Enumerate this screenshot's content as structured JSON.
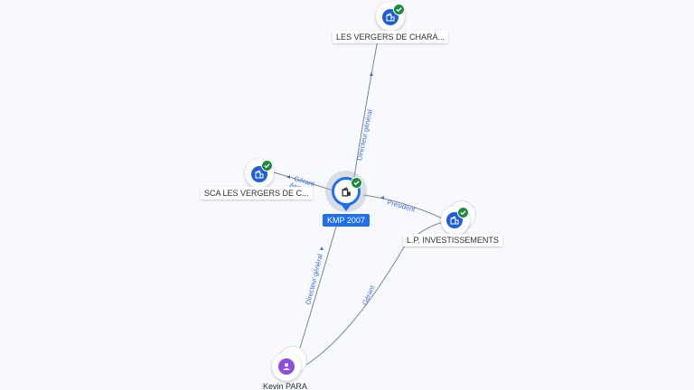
{
  "nodes": {
    "main": {
      "label": "KMP 2007",
      "icon": "building-icon",
      "verified": true
    },
    "top": {
      "label": "LES VERGERS DE CHARA...",
      "icon": "building-icon",
      "verified": true
    },
    "left": {
      "label": "SCA LES VERGERS DE C...",
      "icon": "building-icon",
      "verified": true
    },
    "right": {
      "label": "L.P. INVESTISSEMENTS",
      "icon": "building-icon",
      "verified": true
    },
    "person": {
      "label": "Kevin PARA",
      "icon": "person-icon"
    }
  },
  "edges": {
    "main_top": "Directeur général",
    "main_left_1": "Gérant",
    "main_left_2": "Associé",
    "right_main": "Président",
    "person_main": "Directeur général",
    "person_right": "Gérant"
  },
  "colors": {
    "accent": "#1f6ff0",
    "company": "#1f5fd6",
    "person": "#8a4fe0",
    "verified": "#1f8a3b",
    "edge_label": "#3d6fe0"
  }
}
